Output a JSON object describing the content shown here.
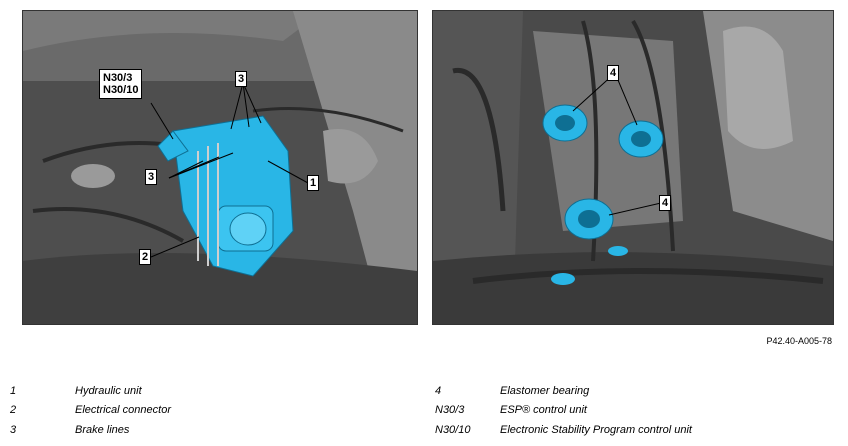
{
  "figure_ref": "P42.40-A005-78",
  "callouts": {
    "n30": [
      "N30/3",
      "N30/10"
    ],
    "c1": "1",
    "c2": "2",
    "c3": "3",
    "c4": "4"
  },
  "legend": [
    {
      "num": "1",
      "text": "Hydraulic unit"
    },
    {
      "num": "2",
      "text": "Electrical connector"
    },
    {
      "num": "3",
      "text": "Brake lines"
    },
    {
      "num": "4",
      "text": "Elastomer bearing"
    },
    {
      "num": "N30/3",
      "text": "ESP® control unit"
    },
    {
      "num": "N30/10",
      "text": "Electronic Stability Program control unit"
    }
  ],
  "colors": {
    "highlight": "#29b6e6",
    "engine_bay": "#5a5a5a"
  }
}
